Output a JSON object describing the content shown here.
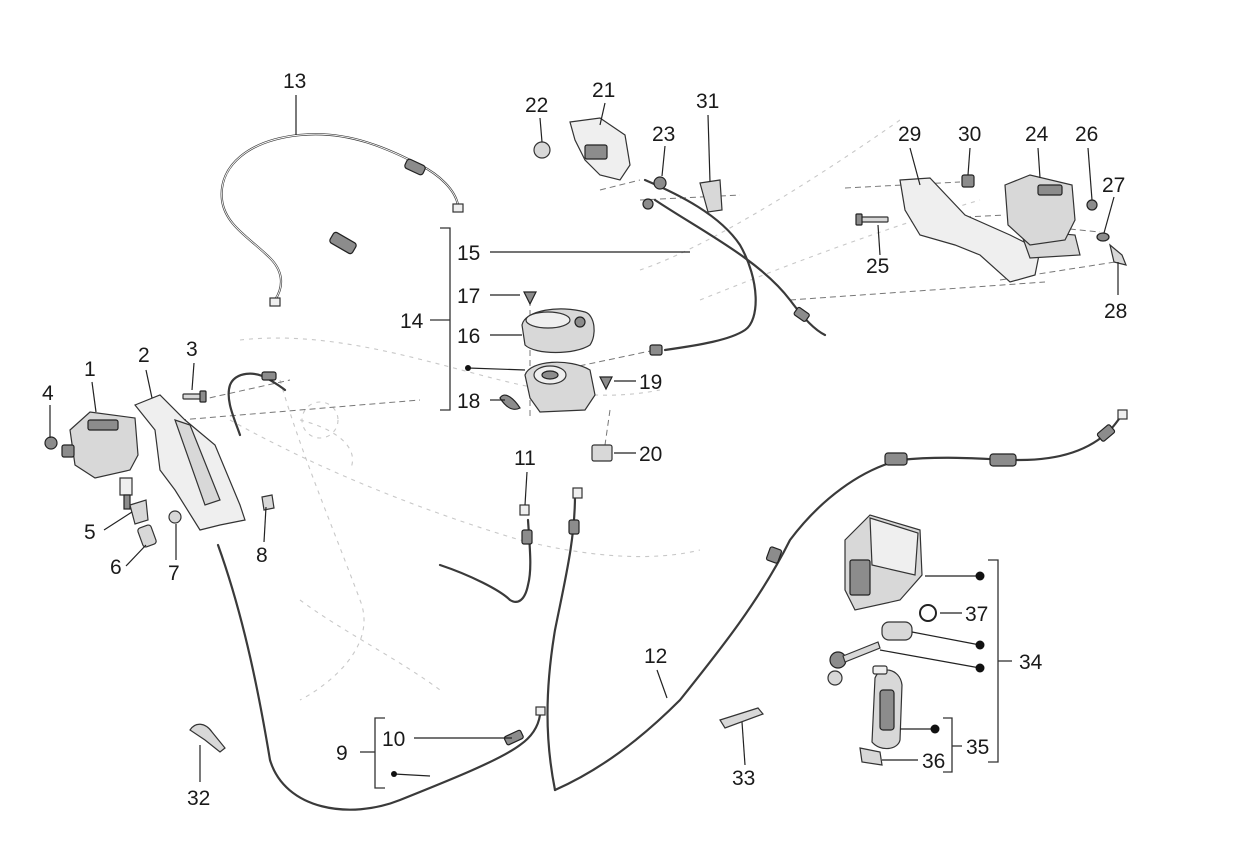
{
  "callouts": {
    "c1": "1",
    "c2": "2",
    "c3": "3",
    "c4": "4",
    "c5": "5",
    "c6": "6",
    "c7": "7",
    "c8": "8",
    "c9": "9",
    "c10": "10",
    "c11": "11",
    "c12": "12",
    "c13": "13",
    "c14": "14",
    "c15": "15",
    "c16": "16",
    "c17": "17",
    "c18": "18",
    "c19": "19",
    "c20": "20",
    "c21": "21",
    "c22": "22",
    "c23": "23",
    "c24": "24",
    "c25": "25",
    "c26": "26",
    "c27": "27",
    "c28": "28",
    "c29": "29",
    "c30": "30",
    "c31": "31",
    "c32": "32",
    "c33": "33",
    "c34": "34",
    "c35": "35",
    "c36": "36",
    "c37": "37"
  },
  "colors": {
    "line": "#222222",
    "part_fill": "#d8d8d8",
    "ghost": "#c8c8c8",
    "background": "#ffffff"
  }
}
